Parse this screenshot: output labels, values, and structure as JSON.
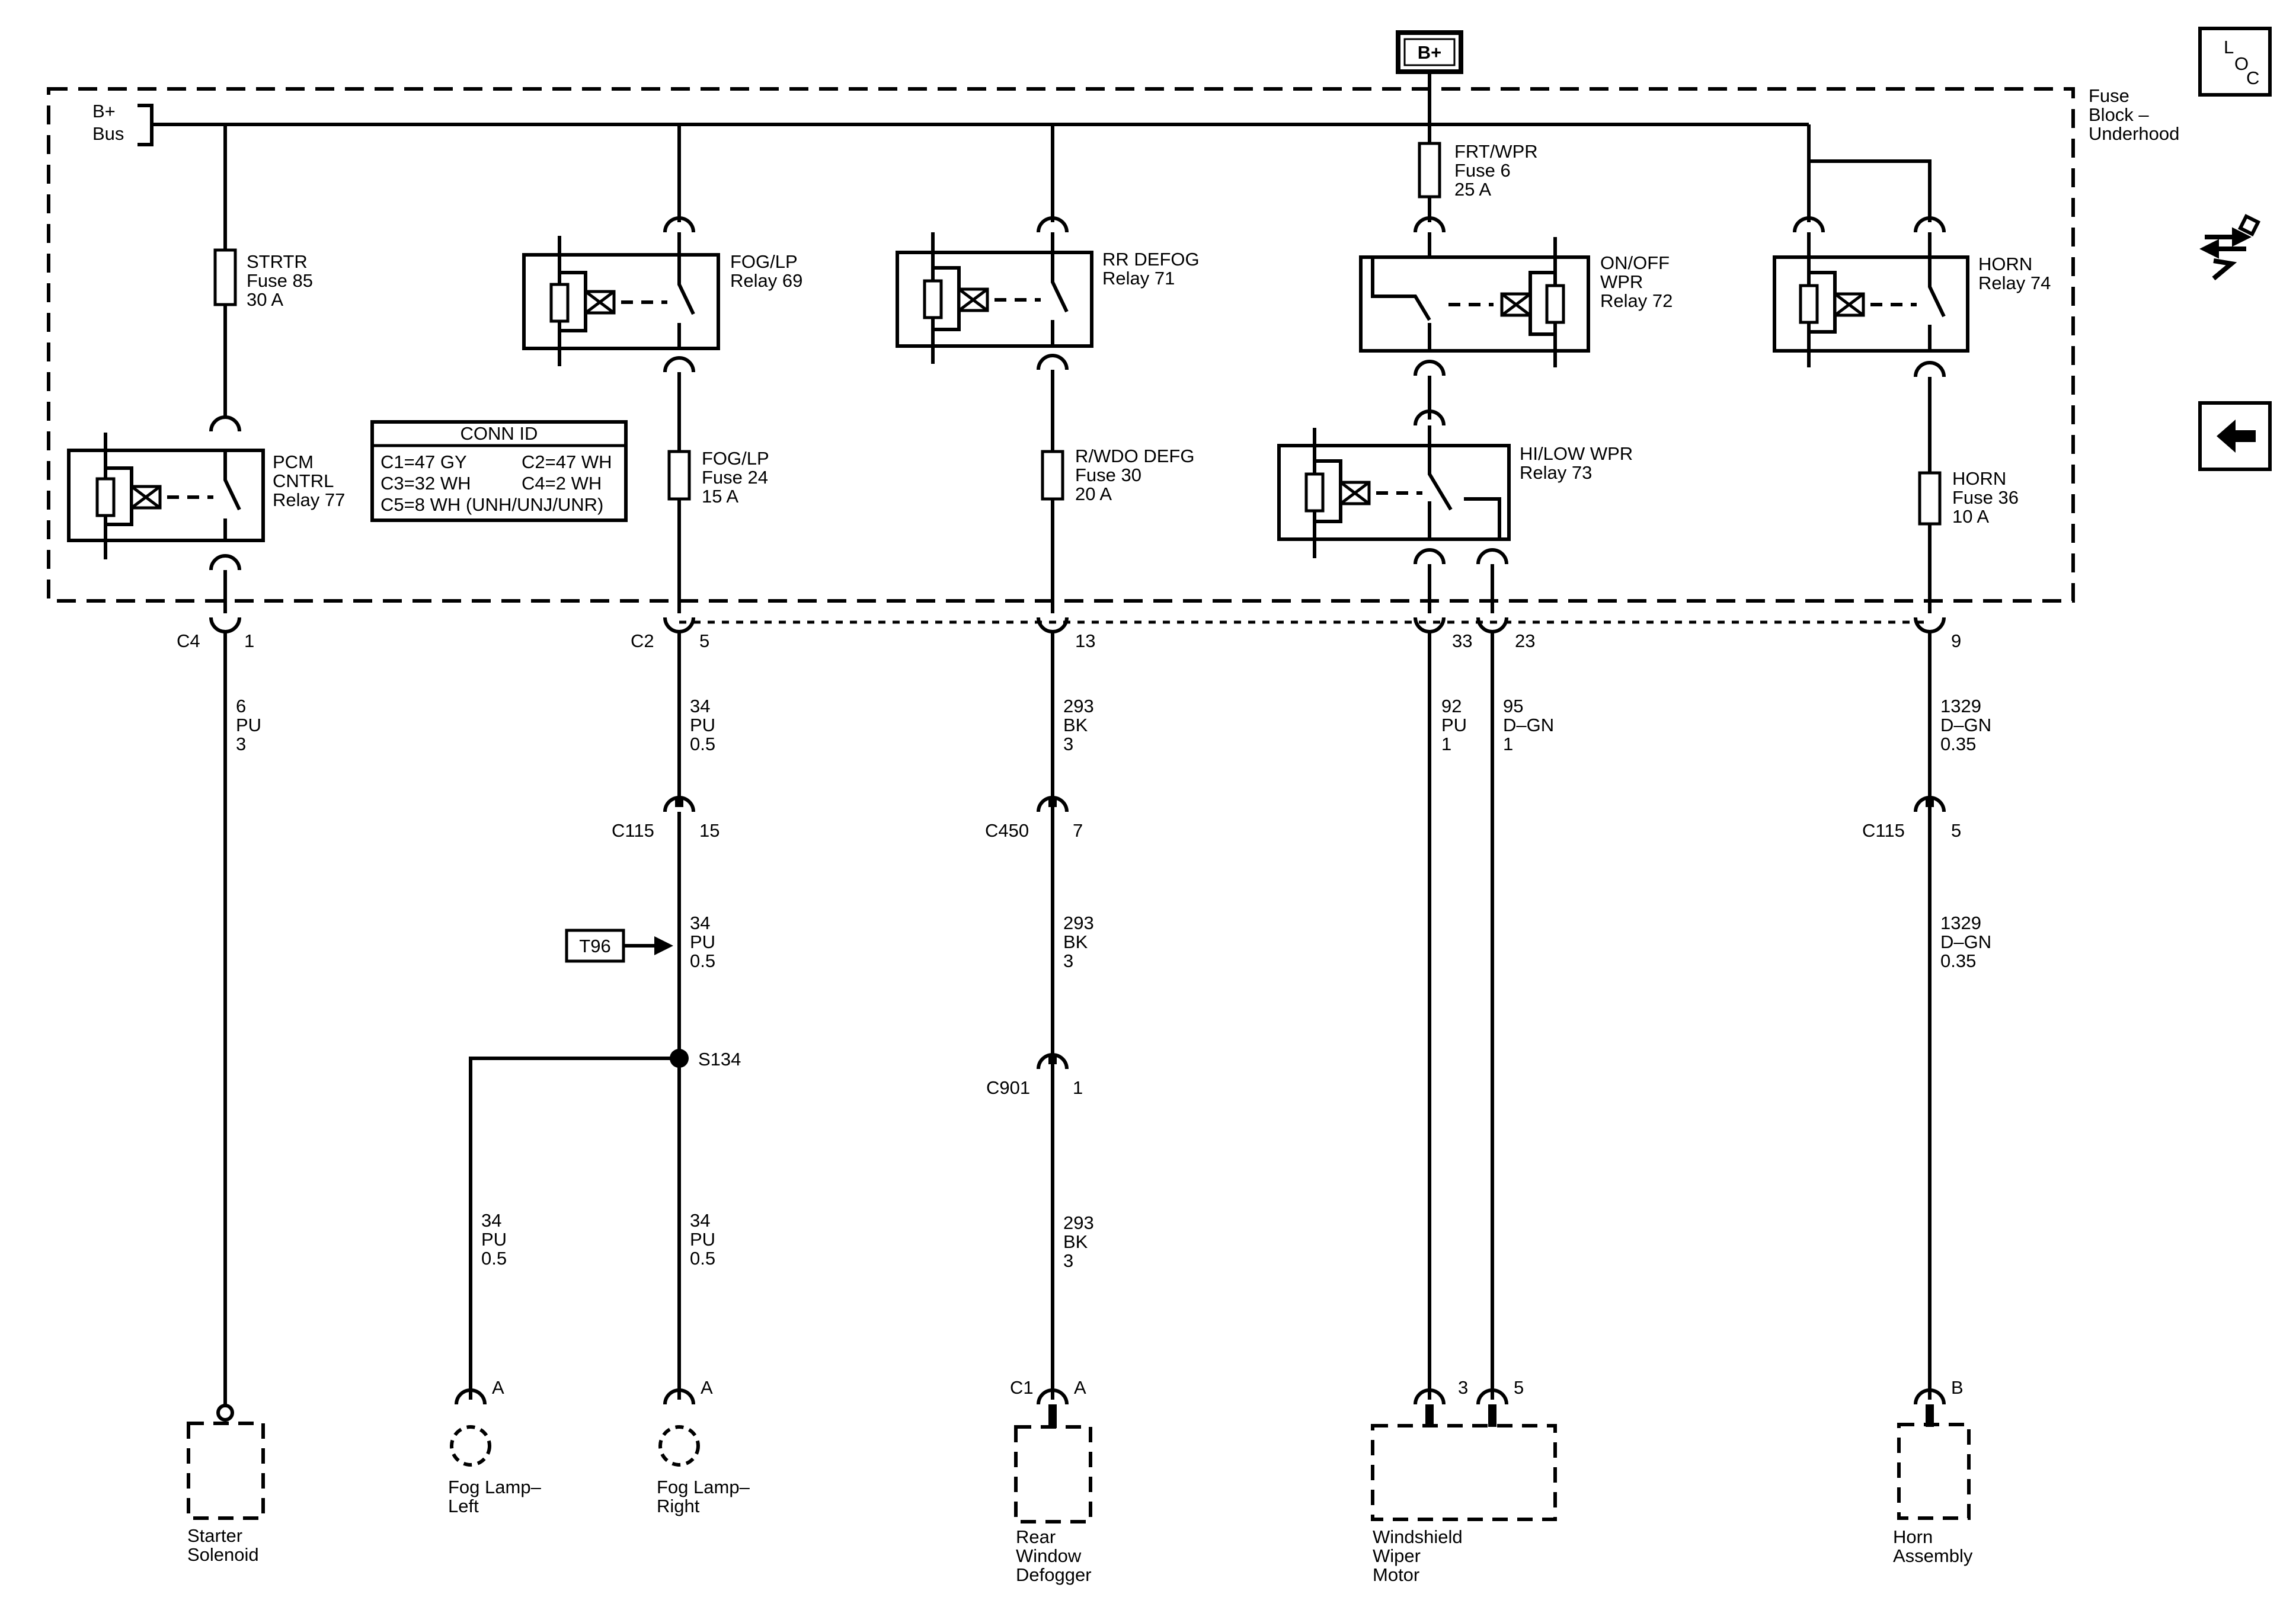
{
  "power_source": "B+",
  "fuse_block": {
    "line1": "Fuse",
    "line2": "Block –",
    "line3": "Underhood"
  },
  "bus": {
    "line1": "B+",
    "line2": "Bus"
  },
  "nav": {
    "loc_l": "L",
    "loc_o": "O",
    "loc_c": "C",
    "loc_icon": "location-view-icon",
    "component_icon": "component-views-icon",
    "back_icon": "back-arrow-icon"
  },
  "conn_id": {
    "title": "CONN ID",
    "c1": "C1=47 GY",
    "c2": "C2=47 WH",
    "c3": "C3=32 WH",
    "c4": "C4=2 WH",
    "c5": "C5=8 WH (UNH/UNJ/UNR)"
  },
  "fuses": {
    "strtr": {
      "name": "STRTR",
      "num": "Fuse 85",
      "amp": "30 A"
    },
    "frt_wpr": {
      "name": "FRT/WPR",
      "num": "Fuse 6",
      "amp": "25 A"
    },
    "fog_lp": {
      "name": "FOG/LP",
      "num": "Fuse 24",
      "amp": "15 A"
    },
    "rwdo": {
      "name": "R/WDO DEFG",
      "num": "Fuse 30",
      "amp": "20 A"
    },
    "horn": {
      "name": "HORN",
      "num": "Fuse 36",
      "amp": "10 A"
    }
  },
  "relays": {
    "pcm": {
      "l1": "PCM",
      "l2": "CNTRL",
      "l3": "Relay 77"
    },
    "fog": {
      "l1": "FOG/LP",
      "l2": "Relay 69"
    },
    "rrdefog": {
      "l1": "RR DEFOG",
      "l2": "Relay 71"
    },
    "onoff": {
      "l1": "ON/OFF",
      "l2": "WPR",
      "l3": "Relay 72"
    },
    "hilow": {
      "l1": "HI/LOW WPR",
      "l2": "Relay 73"
    },
    "horn": {
      "l1": "HORN",
      "l2": "Relay 74"
    }
  },
  "connectors": {
    "c4": {
      "name": "C4",
      "pin": "1"
    },
    "c2": {
      "name": "C2",
      "pin": "5"
    },
    "c2_13": {
      "pin": "13"
    },
    "c2_33": {
      "pin": "33"
    },
    "c2_23": {
      "pin": "23"
    },
    "c2_9": {
      "pin": "9"
    },
    "c115_a": {
      "name": "C115",
      "pin": "15"
    },
    "c450": {
      "name": "C450",
      "pin": "7"
    },
    "c115_b": {
      "name": "C115",
      "pin": "5"
    },
    "c901": {
      "name": "C901",
      "pin": "1"
    },
    "s134": "S134",
    "t96": "T96"
  },
  "wires": {
    "w6": {
      "circuit": "6",
      "color": "PU",
      "size": "3"
    },
    "w34a": {
      "circuit": "34",
      "color": "PU",
      "size": "0.5"
    },
    "w34b": {
      "circuit": "34",
      "color": "PU",
      "size": "0.5"
    },
    "w34c": {
      "circuit": "34",
      "color": "PU",
      "size": "0.5"
    },
    "w34d": {
      "circuit": "34",
      "color": "PU",
      "size": "0.5"
    },
    "w293a": {
      "circuit": "293",
      "color": "BK",
      "size": "3"
    },
    "w293b": {
      "circuit": "293",
      "color": "BK",
      "size": "3"
    },
    "w293c": {
      "circuit": "293",
      "color": "BK",
      "size": "3"
    },
    "w92": {
      "circuit": "92",
      "color": "PU",
      "size": "1"
    },
    "w95": {
      "circuit": "95",
      "color": "D–GN",
      "size": "1"
    },
    "w1329a": {
      "circuit": "1329",
      "color": "D–GN",
      "size": "0.35"
    },
    "w1329b": {
      "circuit": "1329",
      "color": "D–GN",
      "size": "0.35"
    }
  },
  "components": {
    "starter": {
      "l1": "Starter",
      "l2": "Solenoid"
    },
    "fog_left": {
      "pin": "A",
      "l1": "Fog Lamp–",
      "l2": "Left"
    },
    "fog_right": {
      "pin": "A",
      "l1": "Fog Lamp–",
      "l2": "Right"
    },
    "defogger": {
      "conn": "C1",
      "pin": "A",
      "l1": "Rear",
      "l2": "Window",
      "l3": "Defogger"
    },
    "wiper": {
      "pin1": "3",
      "pin2": "5",
      "l1": "Windshield",
      "l2": "Wiper",
      "l3": "Motor"
    },
    "horn": {
      "pin": "B",
      "l1": "Horn",
      "l2": "Assembly"
    }
  }
}
